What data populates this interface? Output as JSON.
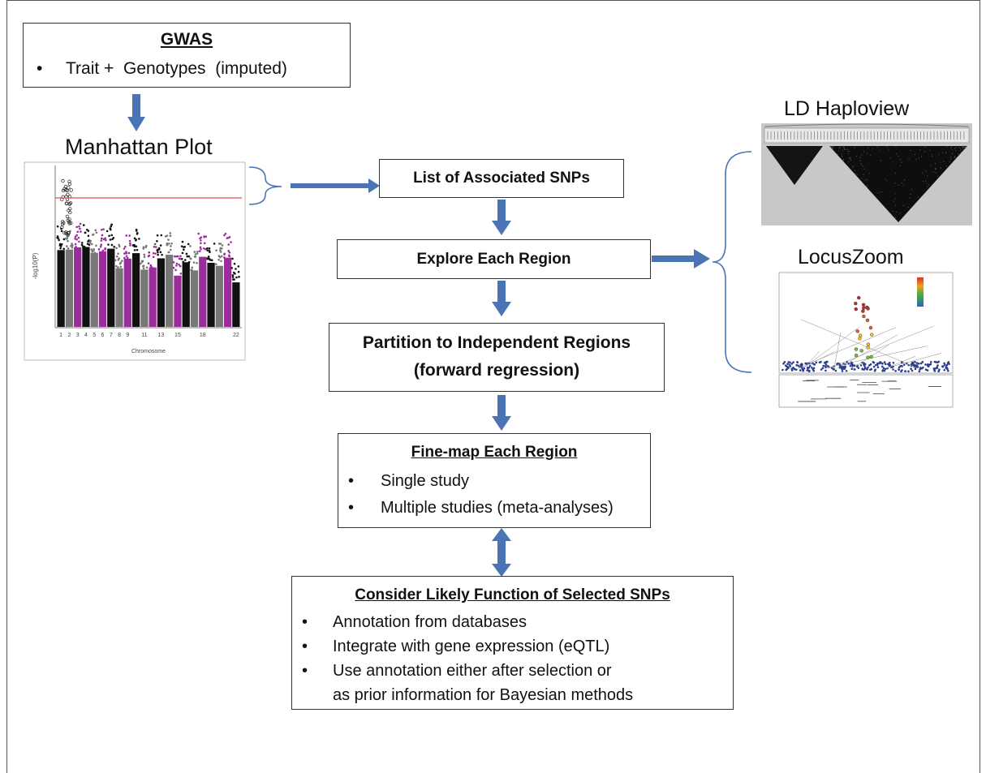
{
  "gwas": {
    "title": "GWAS",
    "bullet": "Trait +  Genotypes  (imputed)"
  },
  "manhattan": {
    "title": "Manhattan Plot",
    "ylabel": "-log10(P)",
    "xlabel": "Chromosome",
    "chromosomes": [
      "1",
      "2",
      "3",
      "4",
      "5",
      "6",
      "7",
      "8",
      "9",
      "10",
      "11",
      "12",
      "13",
      "14",
      "15",
      "16",
      "17",
      "18",
      "19",
      "20",
      "21",
      "22"
    ],
    "tick_labels": [
      "1",
      "2",
      "3",
      "4",
      "5",
      "6",
      "7",
      "8",
      "9",
      "11",
      "13",
      "15",
      "18",
      "22"
    ],
    "colors": [
      "#111111",
      "#777777",
      "#9b2d9b"
    ],
    "threshold_color": "#e05050"
  },
  "steps": {
    "list_snps": "List of Associated SNPs",
    "explore": "Explore Each Region",
    "partition_line1": "Partition to Independent Regions",
    "partition_line2": "(forward regression)",
    "finemap": {
      "title": "Fine-map Each Region",
      "bullets": [
        "Single study",
        "Multiple studies (meta-analyses)"
      ]
    },
    "consider": {
      "title": "Consider Likely Function of Selected SNPs",
      "bullets": [
        "Annotation from databases",
        "Integrate with gene expression (eQTL)",
        "Use annotation either after selection or"
      ],
      "continuation": "as prior information for Bayesian methods"
    }
  },
  "haploview": {
    "title": "LD Haploview"
  },
  "locuszoom": {
    "title": "LocusZoom"
  },
  "bullet_char": "•",
  "arrow_color": "#4a74b4"
}
